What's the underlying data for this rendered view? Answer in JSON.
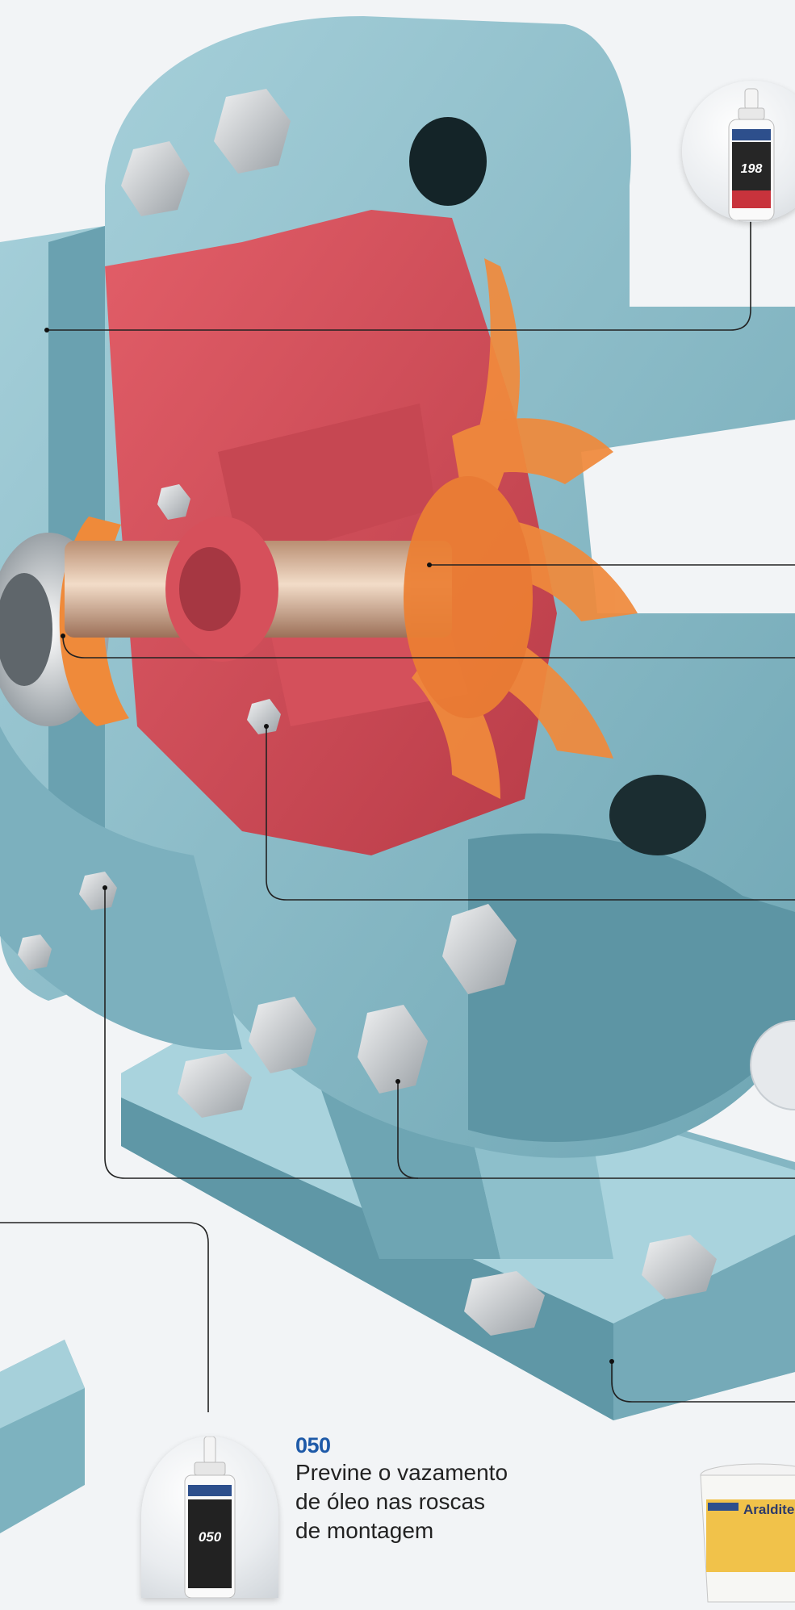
{
  "products": {
    "top": {
      "code": "198",
      "icon": "adhesive-bottle-icon"
    },
    "bottom": {
      "code": "050",
      "desc_lines": [
        "Previne o vazamento",
        "de óleo nas roscas",
        "de montagem"
      ],
      "bottle_code": "050",
      "icon": "adhesive-tube-icon"
    },
    "bucket": {
      "brand": "Araldite",
      "icon": "bucket-icon"
    }
  },
  "colors": {
    "casing": "#8cbdc9",
    "casing_dark": "#5e98a8",
    "inner": "#d9505c",
    "impeller": "#f08a3c",
    "shaft": "#e7c4a8",
    "bolt": "#c8cccf",
    "accent": "#1e5aa8"
  }
}
